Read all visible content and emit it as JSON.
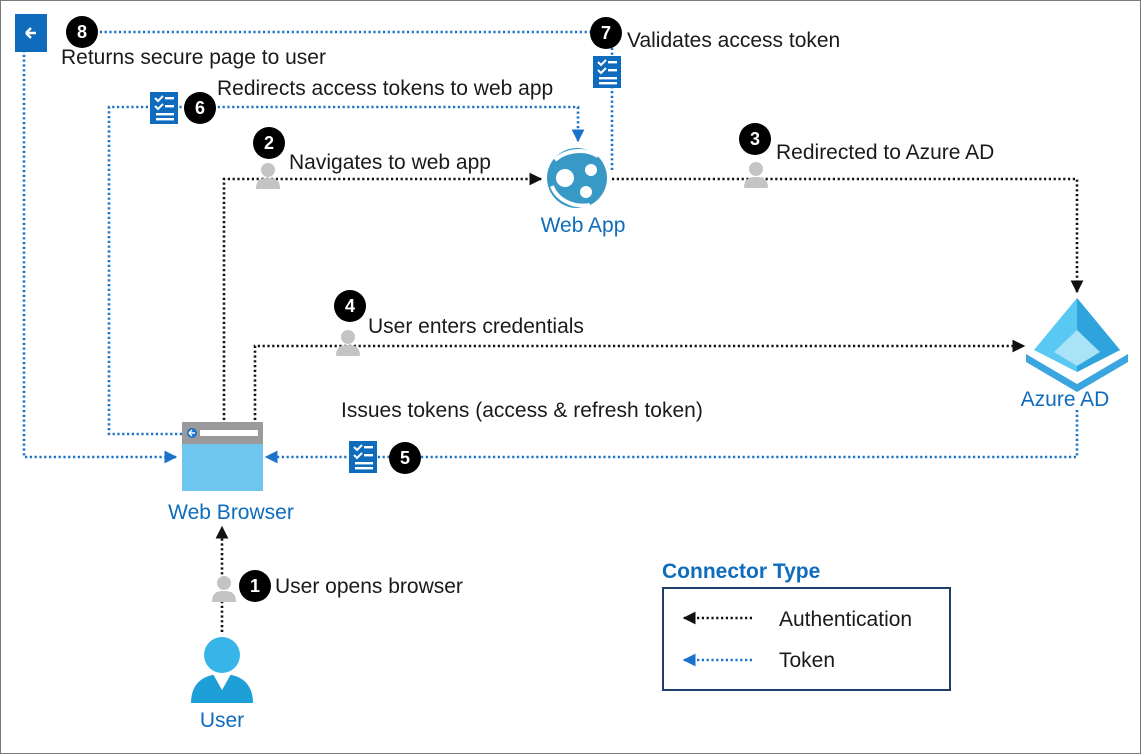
{
  "nodes": {
    "web_app": "Web App",
    "azure_ad": "Azure AD",
    "web_browser": "Web Browser",
    "user": "User"
  },
  "steps": [
    {
      "num": "1",
      "label": "User opens browser"
    },
    {
      "num": "2",
      "label": "Navigates to web app"
    },
    {
      "num": "3",
      "label": "Redirected to Azure AD"
    },
    {
      "num": "4",
      "label": "User enters credentials"
    },
    {
      "num": "5",
      "label": "Issues tokens (access & refresh token)"
    },
    {
      "num": "6",
      "label": "Redirects access tokens to web app"
    },
    {
      "num": "7",
      "label": "Validates access token"
    },
    {
      "num": "8",
      "label": "Returns secure page to user"
    }
  ],
  "legend": {
    "title": "Connector Type",
    "items": [
      {
        "label": "Authentication",
        "color": "#111111"
      },
      {
        "label": "Token",
        "color": "#1a73c9"
      }
    ]
  },
  "colors": {
    "token_line": "#1a73c9",
    "auth_line": "#111111",
    "label_blue": "#0f6cbd",
    "person_gray": "#c4c4c4"
  }
}
